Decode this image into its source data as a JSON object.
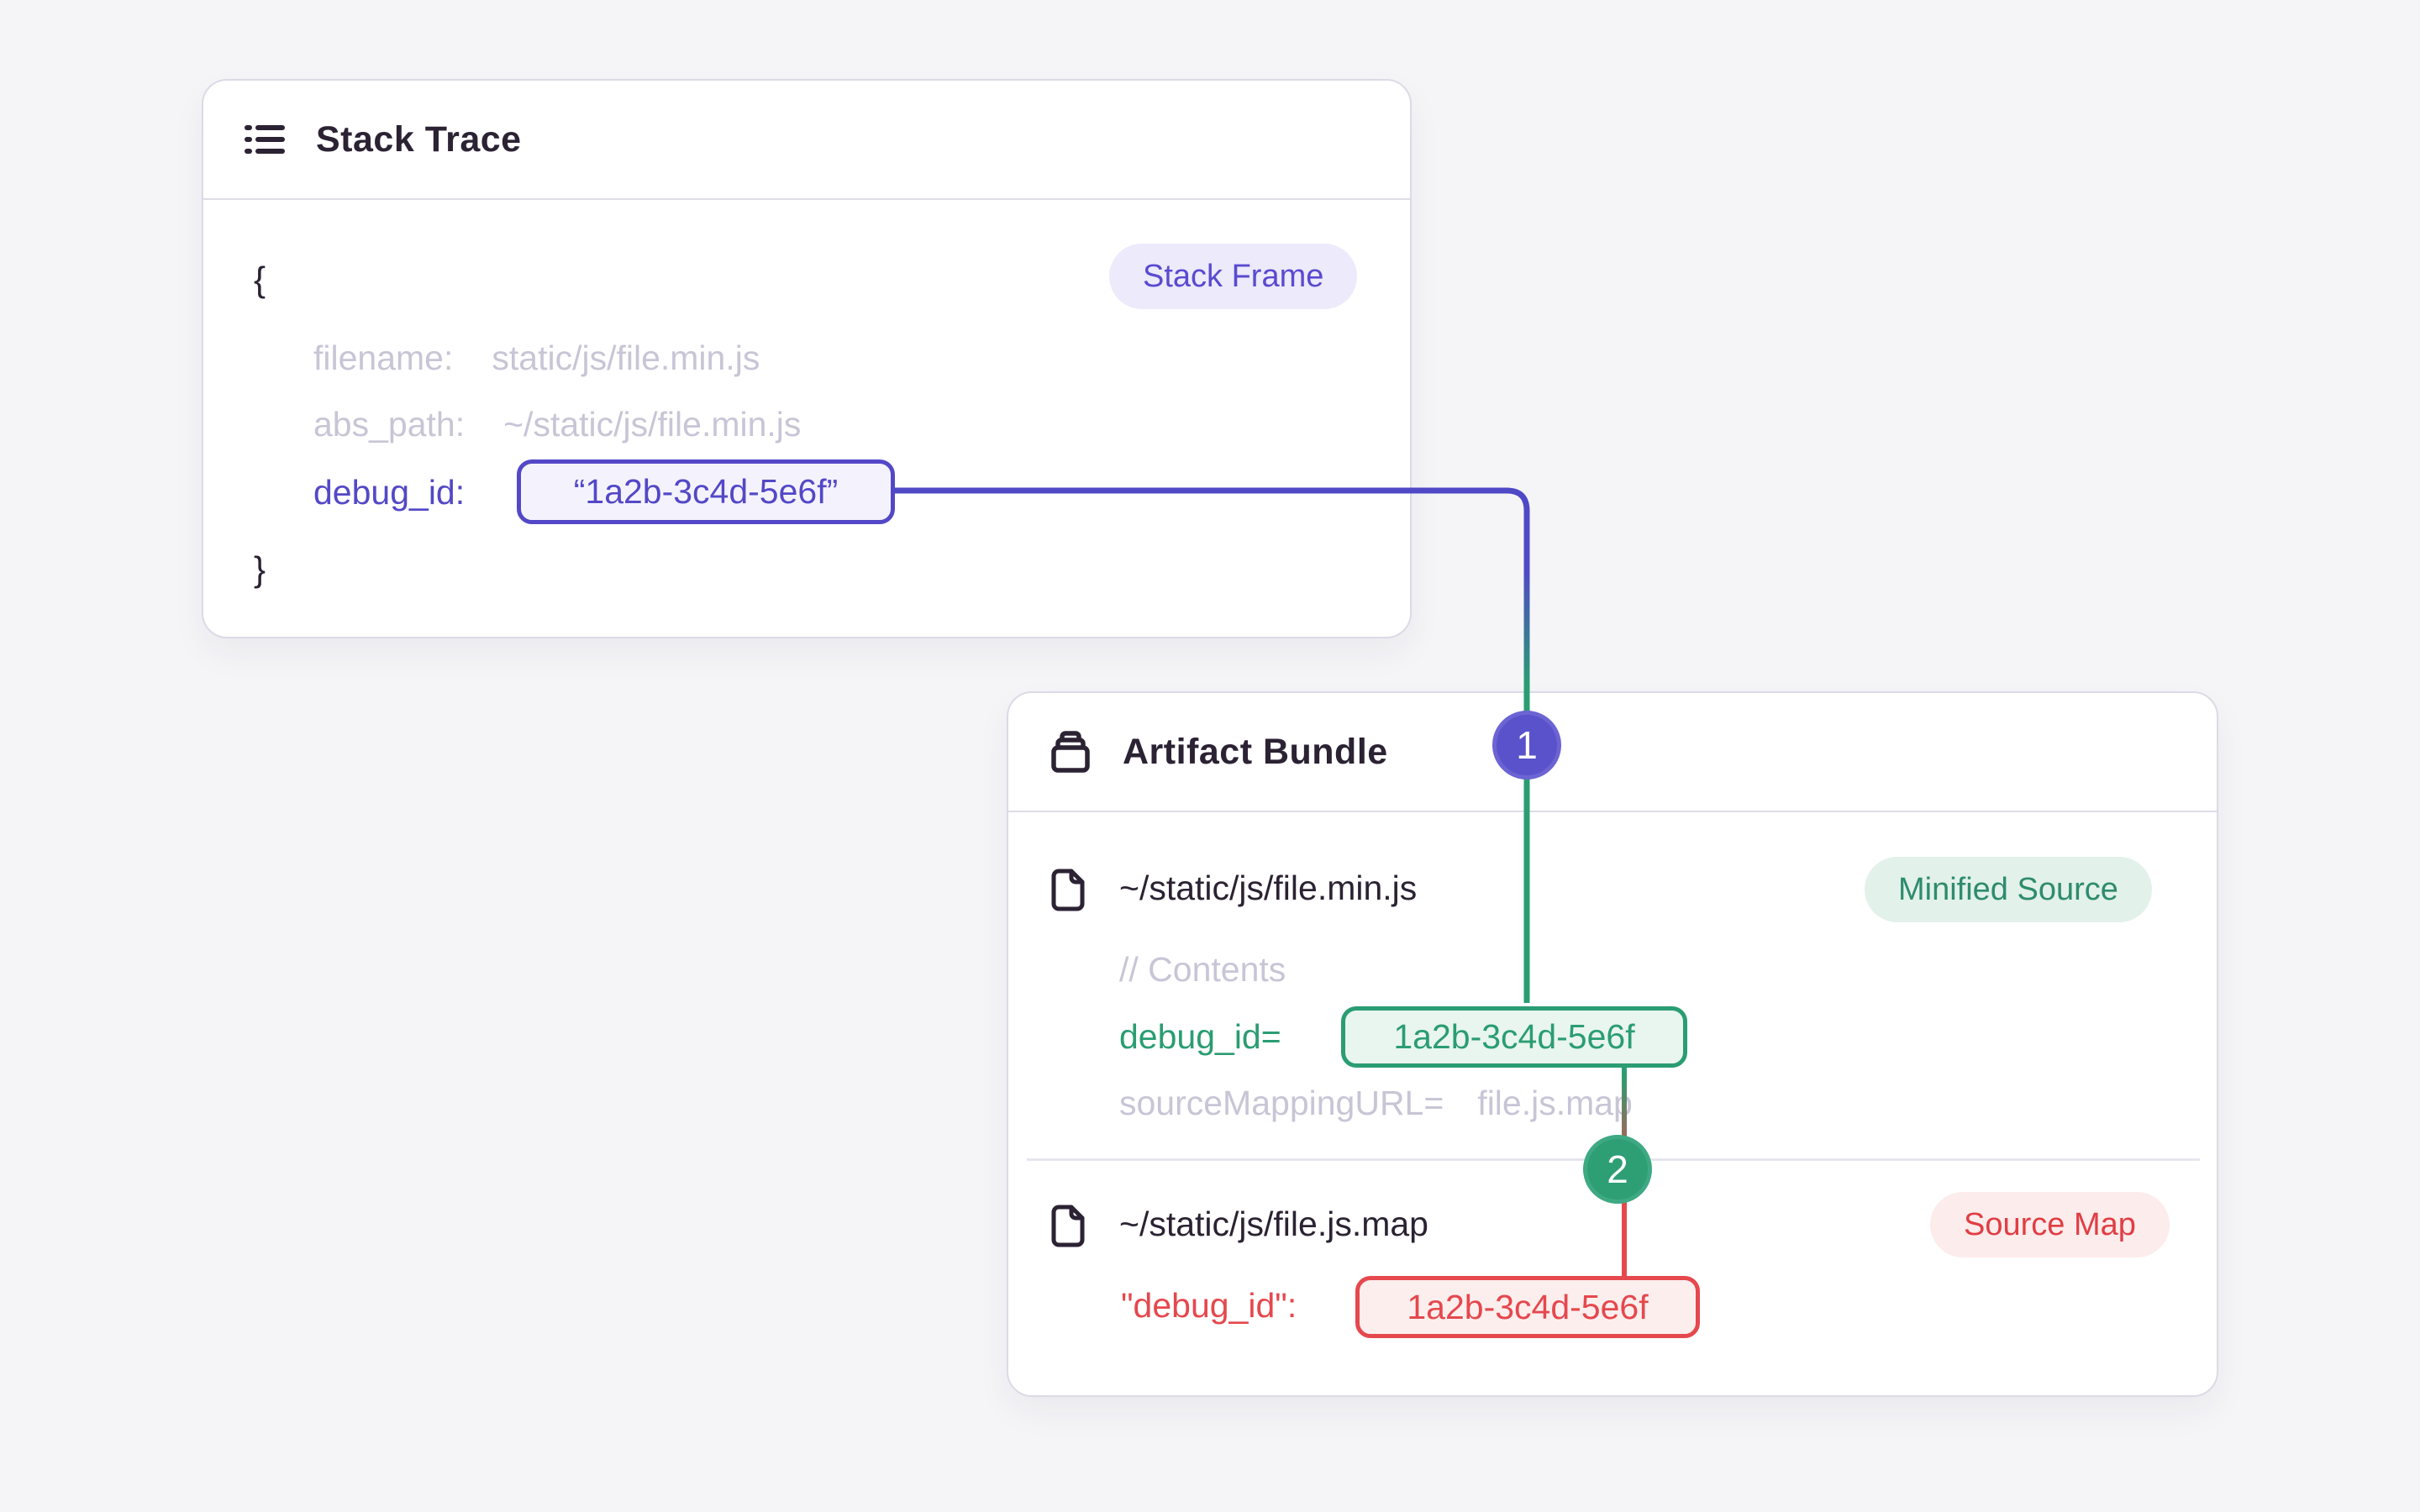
{
  "colors": {
    "page-bg": "#f5f5f8",
    "card-bg": "#ffffff",
    "card-border": "#dcdae6",
    "divider": "#dedce8",
    "row-divider": "#e7e5ef",
    "text-dark": "#2b2233",
    "text-muted": "#c8c5d6",
    "indigo": "#5348c7",
    "indigo-line": "#4f49c6",
    "indigo-box-bg": "#f4f3fd",
    "badge-indigo-bg": "#eceafb",
    "badge-indigo-text": "#5a4ad0",
    "green": "#2a9d72",
    "green-box-bg": "#e9f5ef",
    "badge-green-bg": "#e2f1ea",
    "badge-green-text": "#2e8b6e",
    "red": "#e5484d",
    "red-box-bg": "#fdeeee",
    "badge-red-bg": "#fdecec",
    "badge-red-text": "#e03e44",
    "circle1-bg": "#5a52cb",
    "circle1-ring": "#6c64d3",
    "circle2-bg": "#2e9e75",
    "circle2-ring": "#3ea982"
  },
  "stack_trace": {
    "title": "Stack Trace",
    "badge": "Stack Frame",
    "open_brace": "{",
    "close_brace": "}",
    "lines": {
      "filename_key": "filename:",
      "filename_value": "static/js/file.min.js",
      "abs_path_key": "abs_path:",
      "abs_path_value": "~/static/js/file.min.js",
      "debug_id_key": "debug_id:",
      "debug_id_value": "“1a2b-3c4d-5e6f”"
    }
  },
  "artifact_bundle": {
    "title": "Artifact Bundle",
    "minified": {
      "filename": "~/static/js/file.min.js",
      "badge": "Minified Source",
      "contents_comment": "// Contents",
      "debug_id_key": "debug_id=",
      "debug_id_value": "1a2b-3c4d-5e6f",
      "sourcemap_key": "sourceMappingURL=",
      "sourcemap_value": "file.js.map"
    },
    "sourcemap": {
      "filename": "~/static/js/file.js.map",
      "badge": "Source Map",
      "debug_id_key": "\"debug_id\":",
      "debug_id_value": "1a2b-3c4d-5e6f"
    }
  },
  "connectors": {
    "step1": "1",
    "step2": "2"
  }
}
